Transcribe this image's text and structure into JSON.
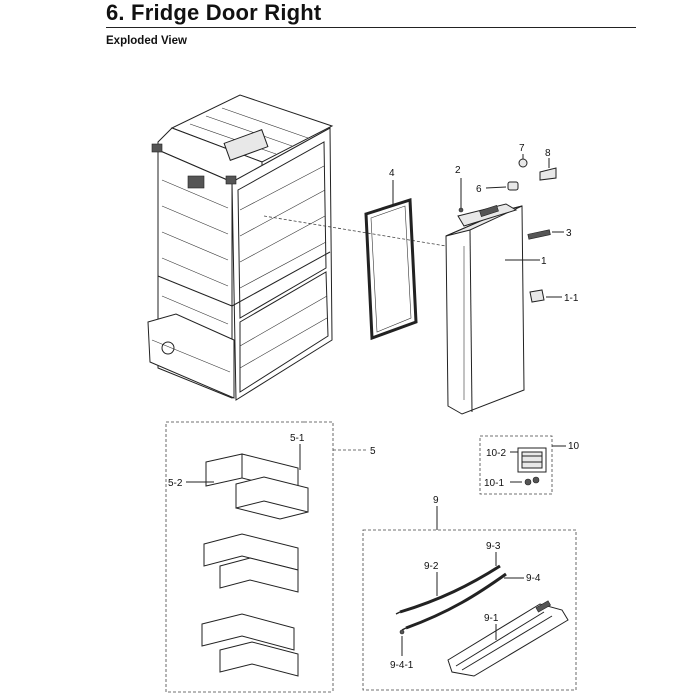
{
  "header": {
    "title": "6.  Fridge Door Right",
    "subtitle": "Exploded View"
  },
  "callouts": {
    "c1": "1",
    "c1_1": "1-1",
    "c2": "2",
    "c3": "3",
    "c4": "4",
    "c5": "5",
    "c5_1": "5-1",
    "c5_2": "5-2",
    "c6": "6",
    "c7": "7",
    "c8": "8",
    "c9": "9",
    "c9_1": "9-1",
    "c9_2": "9-2",
    "c9_3": "9-3",
    "c9_4": "9-4",
    "c9_4_1": "9-4-1",
    "c10": "10",
    "c10_1": "10-1",
    "c10_2": "10-2"
  }
}
